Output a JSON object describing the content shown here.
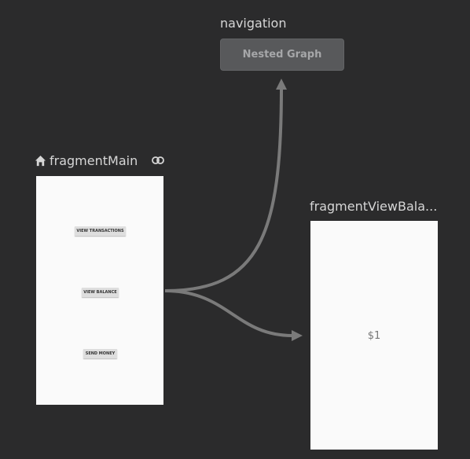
{
  "nav_graph": {
    "title": "navigation",
    "nested_graph_label": "Nested Graph"
  },
  "fragment_main": {
    "title": "fragmentMain",
    "icons": {
      "start": "home-icon",
      "deep_link": "link-icon"
    },
    "buttons": {
      "view_transactions": "VIEW TRANSACTIONS",
      "view_balance": "VIEW BALANCE",
      "send_money": "SEND MONEY"
    }
  },
  "fragment_view_balance": {
    "title": "fragmentViewBala...",
    "amount": "$1"
  },
  "colors": {
    "canvas": "#2b2b2c",
    "arrow": "#7a7a7a",
    "nested_graph": "#58595b",
    "screen": "#fafafa"
  }
}
